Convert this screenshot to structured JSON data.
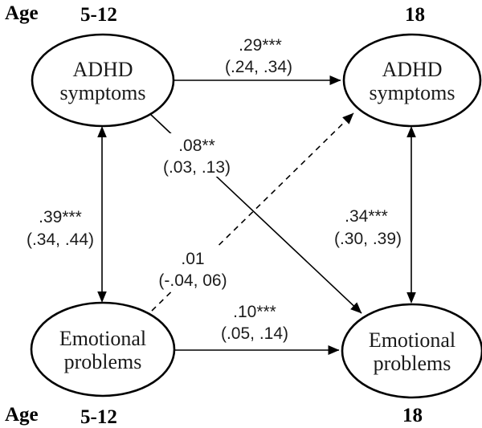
{
  "figure": {
    "type": "cross-lagged-panel-path-diagram",
    "background_color": "#ffffff",
    "line_color": "#000000",
    "text_color": "#1c1c1c"
  },
  "ages": {
    "top_label": "Age",
    "top_t1": "5-12",
    "top_t2": "18",
    "bottom_label": "Age",
    "bottom_t1": "5-12",
    "bottom_t2": "18"
  },
  "nodes": {
    "adhd_t1": {
      "line1": "ADHD",
      "line2": "symptoms",
      "age": "5-12"
    },
    "adhd_t2": {
      "line1": "ADHD",
      "line2": "symptoms",
      "age": "18"
    },
    "emotional_t1": {
      "line1": "Emotional",
      "line2": "problems",
      "age": "5-12"
    },
    "emotional_t2": {
      "line1": "Emotional",
      "line2": "problems",
      "age": "18"
    }
  },
  "paths": {
    "adhd_stability": {
      "from": "adhd_t1",
      "to": "adhd_t2",
      "style": "solid-arrow",
      "coefficient": ".29***",
      "ci": "(.24, .34)"
    },
    "adhd_to_emotional": {
      "from": "adhd_t1",
      "to": "emotional_t2",
      "style": "solid-arrow",
      "coefficient": ".08**",
      "ci": "(.03, .13)"
    },
    "emotional_to_adhd": {
      "from": "emotional_t1",
      "to": "adhd_t2",
      "style": "dashed-arrow",
      "coefficient": ".01",
      "ci": "(-.04, 06)"
    },
    "emotional_stability": {
      "from": "emotional_t1",
      "to": "emotional_t2",
      "style": "solid-arrow",
      "coefficient": ".10***",
      "ci": "(.05, .14)"
    },
    "correlation_t1": {
      "from": "adhd_t1",
      "to": "emotional_t1",
      "style": "double-headed-arrow",
      "coefficient": ".39***",
      "ci": "(.34, .44)"
    },
    "correlation_t2": {
      "from": "adhd_t2",
      "to": "emotional_t2",
      "style": "double-headed-arrow",
      "coefficient": ".34***",
      "ci": "(.30, .39)"
    }
  }
}
